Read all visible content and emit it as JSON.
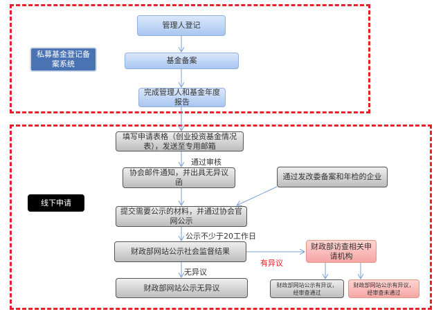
{
  "top_section": {
    "label": "私募基金登记备案系统",
    "steps": [
      "管理人登记",
      "基金备案",
      "完成管理人和基金年度报告"
    ]
  },
  "bottom_section": {
    "label": "线下申请",
    "fill_form": "填写申请表格（创业投资基金情况表），发送至专用邮箱",
    "pass_review": "通过审核",
    "association_notice": "协会邮件通知，并出具无异议函",
    "ndrc_enterprise": "通过发改委备案和年检的企业",
    "submit_materials": "提交需要公示的材料，并通过协会官网公示",
    "publicity_period": "公示不少于20工作日",
    "mof_result": "财政部网站公示社会监督结果",
    "objection": "有异议",
    "no_objection": "无异议",
    "mof_no_objection": "财政部网站公示无异议",
    "mof_investigate": "财政部访查相关申请机构",
    "passed": "财政部网站公示有异议，经审查通过",
    "not_passed": "财政部网站公示有异议，经审查未通过"
  }
}
